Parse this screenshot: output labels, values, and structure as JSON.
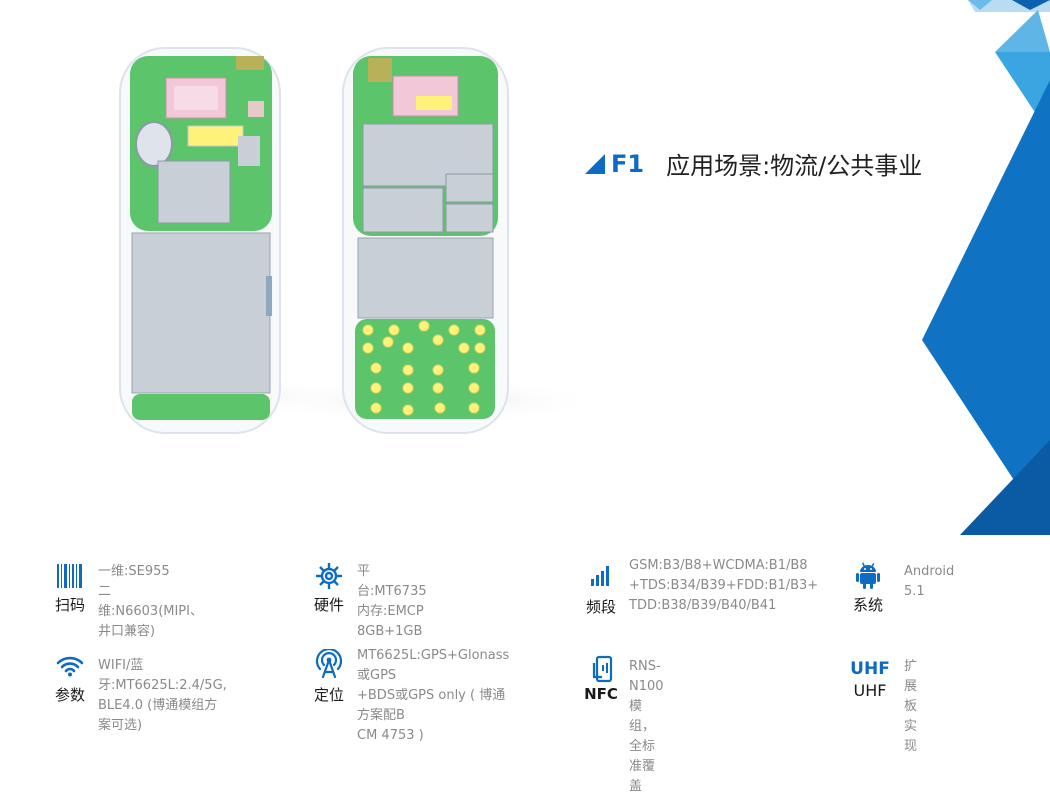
{
  "heading": {
    "code": "F1",
    "text": "应用场景:物流/公共事业"
  },
  "specs": [
    {
      "id": "scan",
      "icon": "barcode-icon",
      "label": "扫码",
      "desc": "一维:SE955\n二维:N6603(MIPI、井口兼容)"
    },
    {
      "id": "hardware",
      "icon": "chip-gear-icon",
      "label": "硬件",
      "desc": "平台:MT6735\n内存:EMCP 8GB+1GB"
    },
    {
      "id": "band",
      "icon": "signal-bars-icon",
      "label": "频段",
      "desc": "GSM:B3/B8+WCDMA:B1/B8\n+TDS:B34/B39+FDD:B1/B3+\nTDD:B38/B39/B40/B41"
    },
    {
      "id": "system",
      "icon": "android-icon",
      "label": "系统",
      "desc": "Android 5.1"
    },
    {
      "id": "params",
      "icon": "wifi-icon",
      "label": "参数",
      "desc": "WIFI/蓝牙:MT6625L:2.4/5G,\nBLE4.0 (博通模组方案可选)"
    },
    {
      "id": "location",
      "icon": "location-antenna-icon",
      "label": "定位",
      "desc": "MT6625L:GPS+Glonass或GPS\n+BDS或GPS only ( 博通方案配B\nCM 4753 )"
    },
    {
      "id": "nfc",
      "icon": "nfc-phone-icon",
      "label": "NFC",
      "desc": "RNS-N100模组，全标准覆盖"
    },
    {
      "id": "uhf",
      "icon": "uhf-icon",
      "icon_text": "UHF",
      "label": "UHF",
      "desc": "扩展板实现"
    }
  ],
  "colors": {
    "accent": "#0d6bc4",
    "board_green": "#5cc46b",
    "shield_gray": "#c9cfd6",
    "pad_yellow": "#fff27a"
  }
}
